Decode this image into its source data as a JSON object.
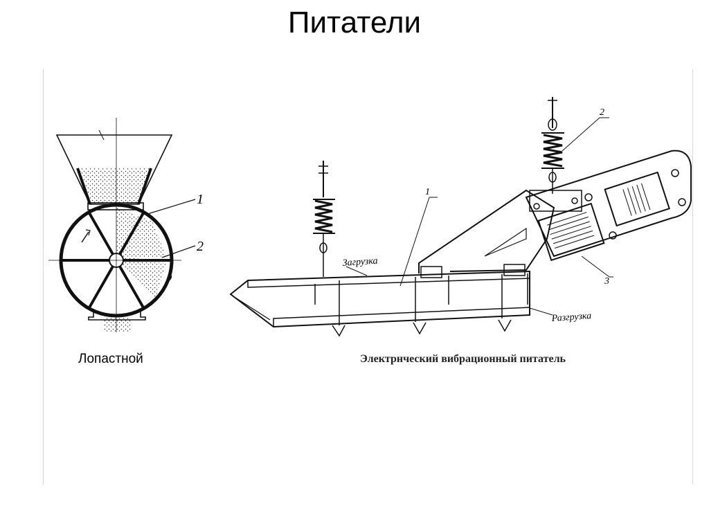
{
  "slide": {
    "title": "Питатели"
  },
  "left_figure": {
    "caption": "Лопастной",
    "callouts": [
      "1",
      "2"
    ]
  },
  "right_figure": {
    "caption": "Электрнческий вибрационный питатель",
    "labels": {
      "load": "Загрузка",
      "unload": "Разгрузка"
    },
    "callouts": [
      "1",
      "2",
      "3"
    ]
  }
}
